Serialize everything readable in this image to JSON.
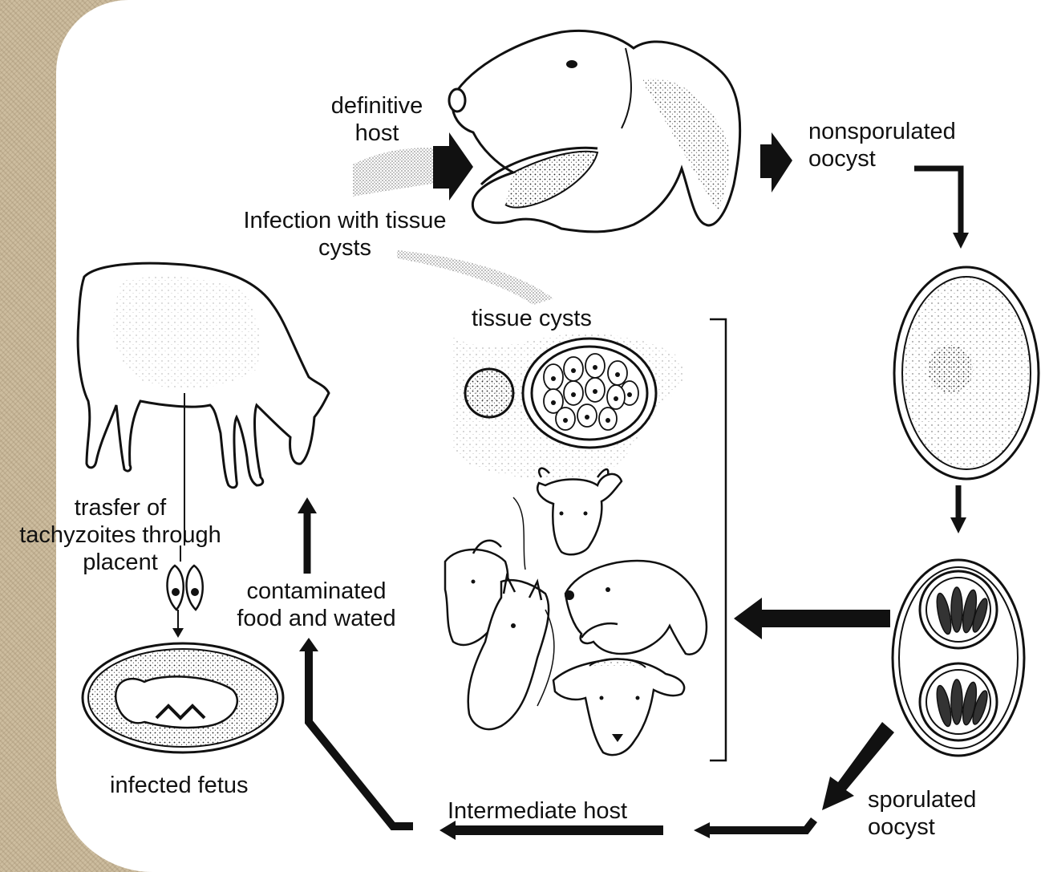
{
  "labels": {
    "definitive_host_line1": "definitive",
    "definitive_host_line2": "host",
    "nonsporulated_line1": "nonsporulated",
    "nonsporulated_line2": "oocyst",
    "infection_line1": "Infection with tissue",
    "infection_line2": "cysts",
    "tissue_cysts": "tissue cysts",
    "transfer_line1": "trasfer of",
    "transfer_line2": "tachyzoites through",
    "transfer_line3": "placent",
    "contaminated_line1": "contaminated",
    "contaminated_line2": "food and wated",
    "infected_fetus": "infected fetus",
    "intermediate_host": "Intermediate host",
    "sporulated_line1": "sporulated",
    "sporulated_line2": "oocyst"
  },
  "colors": {
    "background_texture": "#cdbd9f",
    "panel": "#ffffff",
    "ink": "#111111",
    "shadow_arrow": "#bdbdbd"
  },
  "icons": {
    "dog": "dog-head-icon",
    "cow": "cow-icon",
    "oocyst": "oocyst-icon",
    "sporulated_oocyst": "sporulated-oocyst-icon",
    "tissue_cyst": "tissue-cyst-icon",
    "animals": "intermediate-host-animals-icon",
    "fetus": "infected-fetus-icon",
    "tachyzoite": "tachyzoite-icon"
  }
}
